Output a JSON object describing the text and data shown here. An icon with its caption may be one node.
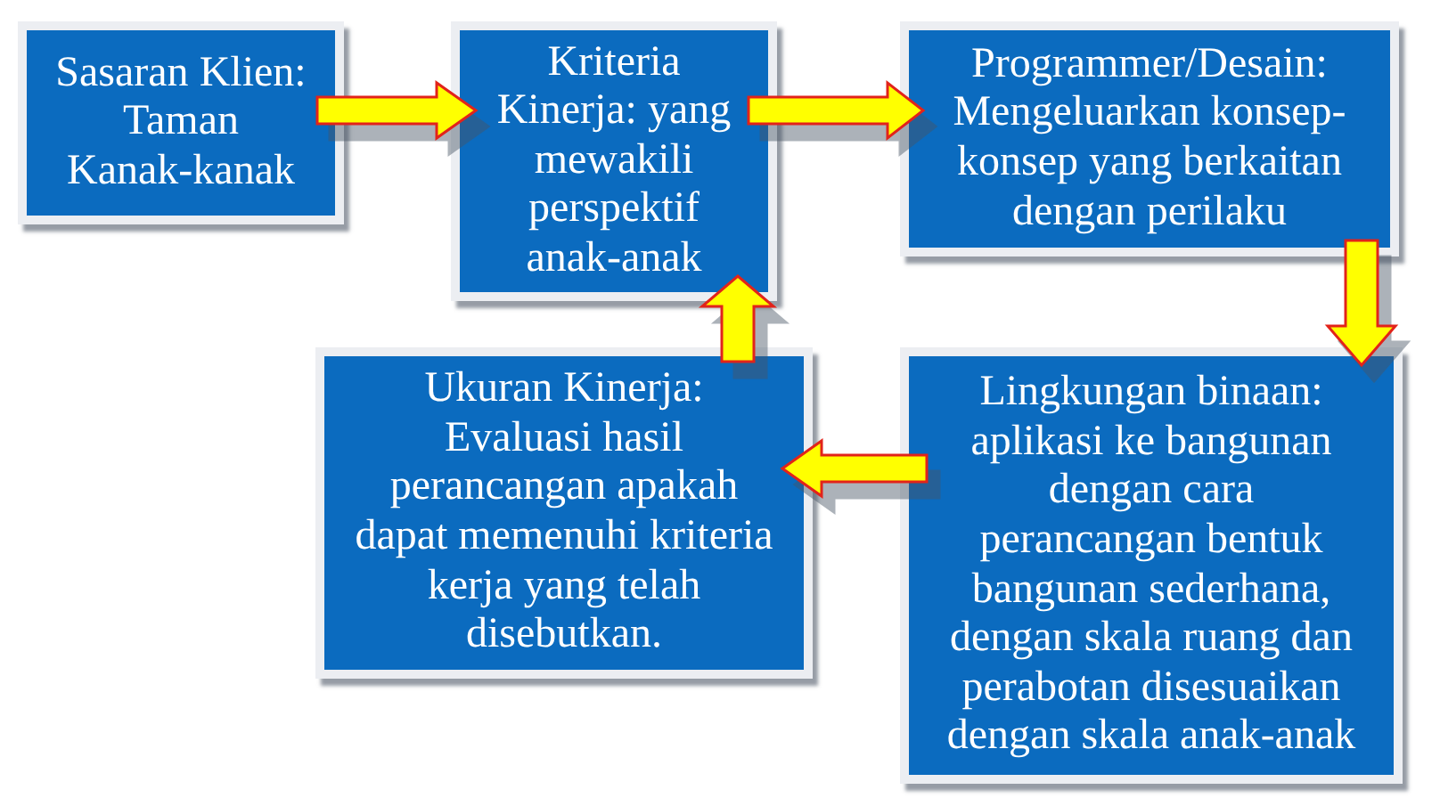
{
  "diagram": {
    "nodes": [
      {
        "text": [
          "Sasaran Klien: Taman Kanak-kanak"
        ]
      },
      {
        "text": [
          "Kriteria Kinerja: yang mewakili perspektif anak-anak"
        ]
      },
      {
        "text": [
          "Programmer/Desain: Mengeluarkan konsep-konsep yang berkaitan dengan perilaku"
        ]
      },
      {
        "text": [
          "Ukuran Kinerja: Evaluasi hasil perancangan apakah dapat memenuhi kriteria kerja yang telah disebutkan."
        ]
      },
      {
        "text": [
          "Lingkungan binaan: aplikasi ke bangunan dengan cara perancangan bentuk bangunan sederhana, dengan skala ruang dan perabotan disesuaikan dengan skala anak-anak"
        ]
      }
    ],
    "edges": [
      {
        "from": 0,
        "to": 1,
        "arrow": "to"
      },
      {
        "from": 1,
        "to": 2,
        "arrow": "to"
      },
      {
        "from": 2,
        "to": 4,
        "arrow": "to"
      },
      {
        "from": 4,
        "to": 3,
        "arrow": "to"
      },
      {
        "from": 3,
        "to": 1,
        "arrow": "to"
      }
    ]
  }
}
